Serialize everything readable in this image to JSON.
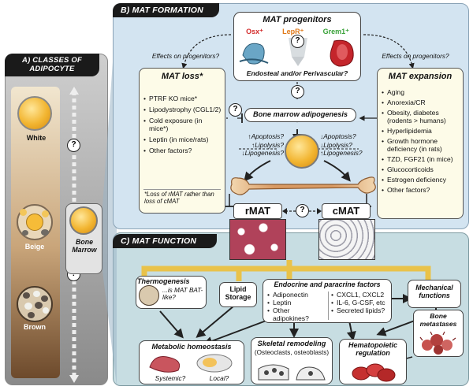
{
  "panel_a": {
    "header": "A) CLASSES OF ADIPOCYTE",
    "white": "White",
    "beige": "Beige",
    "brown": "Brown",
    "bone_marrow": "Bone Marrow",
    "question": "?"
  },
  "panel_b": {
    "header": "B) MAT FORMATION",
    "progenitors_title": "MAT progenitors",
    "markers": [
      "Osx⁺",
      "LepR⁺",
      "Grem1⁺"
    ],
    "marker_colors": [
      "#d32a2a",
      "#e07a1a",
      "#3aa23a"
    ],
    "location": "Endosteal and/or Perivascular?",
    "effects_left": "Effects on progenitors?",
    "effects_right": "Effects on progenitors?",
    "loss_title": "MAT loss*",
    "loss_items": [
      "PTRF KO mice*",
      "Lipodystrophy (CGL1/2)",
      "Cold exposure (in mice*)",
      "Leptin (in mice/rats)",
      "Other factors?"
    ],
    "loss_note": "*Loss of rMAT rather than loss of cMAT",
    "expansion_title": "MAT expansion",
    "expansion_items": [
      "Aging",
      "Anorexia/CR",
      "Obesity, diabetes (rodents > humans)",
      "Hyperlipidemia",
      "Growth hormone deficiency (in rats)",
      "TZD, FGF21 (in mice)",
      "Glucocorticoids",
      "Estrogen deficiency",
      "Other factors?"
    ],
    "adipogenesis": "Bone marrow adipogenesis",
    "left_mech": [
      "↑Apoptosis?",
      "↑Lipolysis?",
      "↓Lipogenesis?"
    ],
    "right_mech": [
      "↓Apoptosis?",
      "↓Lipolysis?",
      "↑Lipogenesis?"
    ],
    "rmat": "rMAT",
    "cmat": "cMAT",
    "question": "?"
  },
  "panel_c": {
    "header": "C) MAT FUNCTION",
    "thermogenesis": "Thermogenesis",
    "thermo_sub": "...is MAT BAT-like?",
    "lipid_storage": "Lipid Storage",
    "endocrine_title": "Endocrine and paracrine factors",
    "endocrine_left": [
      "Adiponectin",
      "Leptin",
      "Other adipokines?"
    ],
    "endocrine_right": [
      "CXCL1, CXCL2",
      "IL-6, G-CSF, etc",
      "Secreted lipids?"
    ],
    "mechanical": "Mechanical functions",
    "bone_metastases": "Bone metastases",
    "metabolic": "Metabolic homeostasis",
    "systemic": "Systemic?",
    "local": "Local?",
    "skeletal": "Skeletal remodeling",
    "skeletal_sub": "(Osteoclasts, osteoblasts)",
    "hematopoietic": "Hematopoietic regulation"
  }
}
